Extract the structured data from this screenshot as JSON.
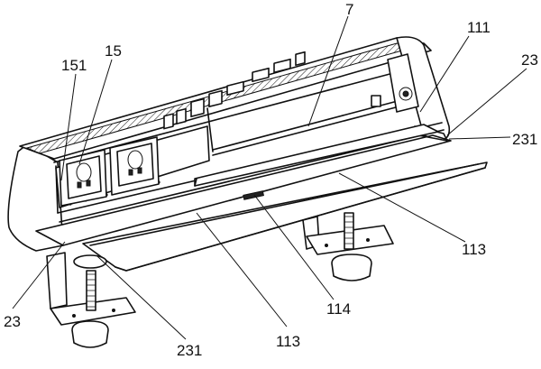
{
  "labels": {
    "l7": "7",
    "l111": "111",
    "l23_top": "23",
    "l231_top": "231",
    "l151": "151",
    "l15": "15",
    "l113_right": "113",
    "l114": "114",
    "l113_bottom": "113",
    "l231_bottom": "231",
    "l23_bottom": "23"
  }
}
